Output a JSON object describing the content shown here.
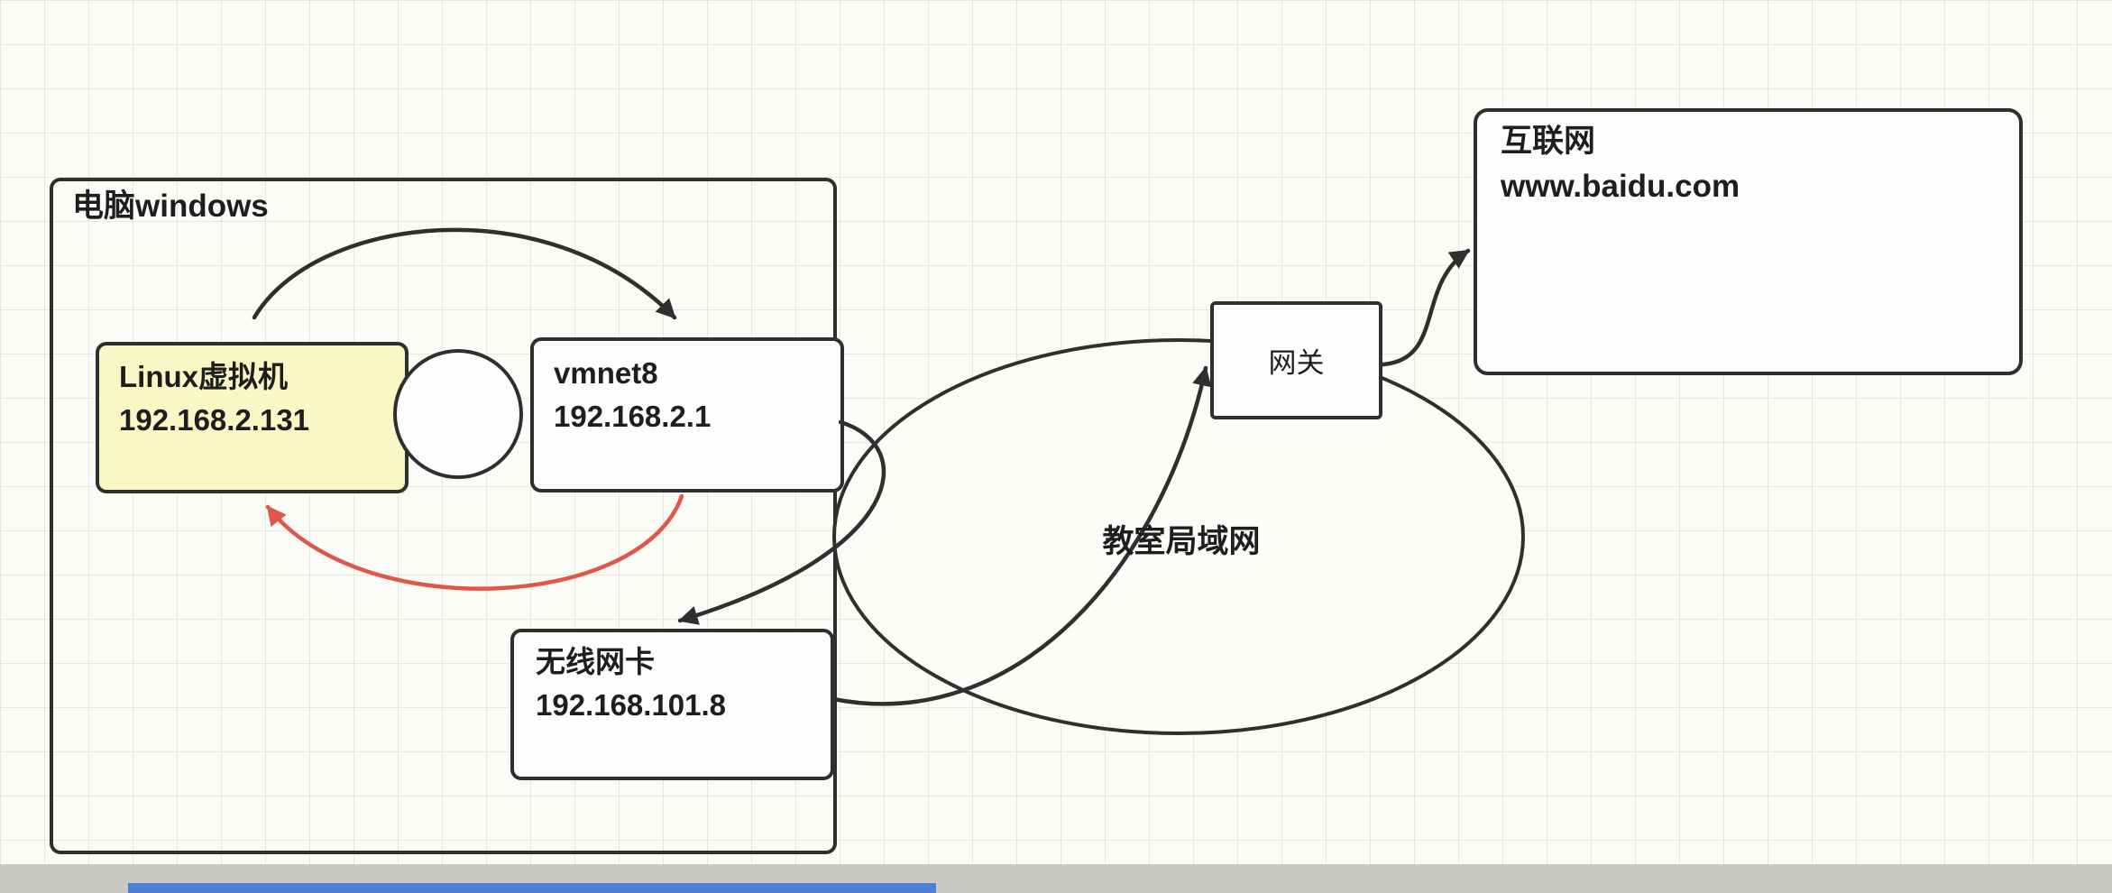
{
  "colors": {
    "ink": "#2f2f2f",
    "red_arrow": "#e0564a",
    "linux_box_fill": "#fbf6c5",
    "box_fill": "#fdfdfb",
    "grid_line": "#e9e9e2",
    "canvas_bg": "#fbfbf7",
    "bottom_bar": "#c8c8c4",
    "bottom_window_edge": "#4c80d8"
  },
  "diagram": {
    "windows_box": {
      "label": "电脑windows"
    },
    "linux_box": {
      "title": "Linux虚拟机",
      "ip": "192.168.2.131"
    },
    "vmnet8_box": {
      "title": "vmnet8",
      "ip": "192.168.2.1"
    },
    "wireless_box": {
      "title": "无线网卡",
      "ip": "192.168.101.8"
    },
    "gateway_box": {
      "label": "网关"
    },
    "lan_ellipse": {
      "label": "教室局域网"
    },
    "internet_box": {
      "title": "互联网",
      "url": "www.baidu.com"
    }
  }
}
